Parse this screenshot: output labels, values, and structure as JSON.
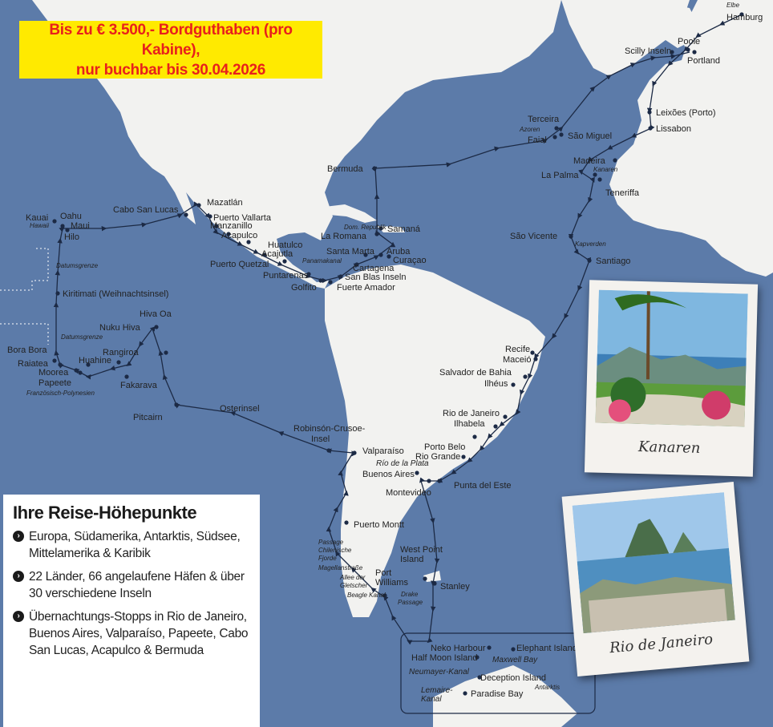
{
  "promo": {
    "line1": "Bis zu € 3.500,- Bordguthaben (pro Kabine),",
    "line2": "nur buchbar bis 30.04.2026"
  },
  "highlights": {
    "title": "Ihre Reise-Höhepunkte",
    "items": [
      "Europa, Südamerika, Antarktis, Südsee, Mittelamerika & Karibik",
      "22 Länder, 66 angelaufene Häfen & über 30 verschiedene Inseln",
      "Übernachtungs-Stopps in Rio de Janeiro, Buenos Aires, Valparaíso, Papeete, Cabo San Lucas, Acapulco & Bermuda"
    ]
  },
  "photos": {
    "canaries_caption": "Kanaren",
    "rio_caption": "Rio de Janeiro"
  },
  "ports": {
    "hamburg": "Hamburg",
    "poole": "Poole",
    "scilly": "Scilly Inseln",
    "portland": "Portland",
    "leixoes": "Leixões (Porto)",
    "lissabon": "Lissabon",
    "madeira": "Madeira",
    "lapalma": "La Palma",
    "teneriffa": "Teneriffa",
    "terceira": "Terceira",
    "faial": "Faial",
    "saomiguel": "São Miguel",
    "bermuda": "Bermuda",
    "saovicente": "São Vicente",
    "santiago": "Santiago",
    "samana": "Samaná",
    "laromana": "La Romana",
    "santamarta": "Santa Marta",
    "aruba": "Aruba",
    "curacao": "Curaçao",
    "cartagena": "Cartagena",
    "sanblas": "San Blas Inseln",
    "fuerteamador": "Fuerte Amador",
    "golfito": "Golfito",
    "puntarenas": "Puntarenas",
    "puertoquetzal": "Puerto Quetzal",
    "acajutla": "Acajutla",
    "huatulco": "Huatulco",
    "acapulco": "Acapulco",
    "manzanillo": "Manzanillo",
    "puertovallarta": "Puerto Vallarta",
    "mazatlan": "Mazatlán",
    "cabosanlucas": "Cabo San Lucas",
    "kauai": "Kauai",
    "oahu": "Oahu",
    "maui": "Maui",
    "hilo": "Hilo",
    "kiritimati": "Kiritimati (Weihnachtsinsel)",
    "hivaoa": "Hiva Oa",
    "nukuhiva": "Nuku Hiva",
    "rangiroa": "Rangiroa",
    "borabora": "Bora Bora",
    "raiatea": "Raiatea",
    "huahine": "Huahine",
    "moorea": "Moorea",
    "papeete": "Papeete",
    "fakarava": "Fakarava",
    "pitcairn": "Pitcairn",
    "osterinsel": "Osterinsel",
    "robinson1": "Robinsón-Crusoe-",
    "robinson2": "Insel",
    "valparaiso": "Valparaíso",
    "puertomontt": "Puerto Montt",
    "portwilliams1": "Port",
    "portwilliams2": "Williams",
    "westpoint1": "West Point",
    "westpoint2": "Island",
    "stanley": "Stanley",
    "recife": "Recife",
    "maceio": "Maceió",
    "salvador": "Salvador de Bahia",
    "ilheus": "Ilhéus",
    "rio": "Rio de Janeiro",
    "ilhabela": "Ilhabela",
    "portobelo": "Porto Belo",
    "riogrande": "Rio Grande",
    "buenosaires": "Buenos Aires",
    "montevideo": "Montevideo",
    "puntadeleste": "Punta del Este",
    "nekoharbour": "Neko Harbour",
    "halfmoon": "Half Moon Island",
    "elephant": "Elephant Island",
    "deception": "Deception Island",
    "paradise": "Paradise Bay"
  },
  "regions": {
    "elbe": "Elbe",
    "azoren": "Azoren",
    "kanaren": "Kanaren",
    "kapverden": "Kapverden",
    "domrep": "Dom. Republik",
    "panamakanal": "Panamakanal",
    "hawaii": "Hawaii",
    "datumsgrenze1": "Datumsgrenze",
    "datumsgrenze2": "Datumsgrenze",
    "franzpoly": "Französisch-Polynesien",
    "passage1": "Passage",
    "passage2": "Chilenische",
    "passage3": "Fjorde",
    "magellan": "Magellanstraße",
    "allee1": "Allee der",
    "allee2": "Gletscher",
    "beagle": "Beagle Kanal",
    "drake1": "Drake",
    "drake2": "Passage",
    "antarktis": "Antarktis",
    "rioplata": "Río de la Plata",
    "maxwell": "Maxwell Bay",
    "neumayer": "Neumayer-Kanal",
    "lemaire1": "Lemaire-",
    "lemaire2": "Kanal"
  }
}
